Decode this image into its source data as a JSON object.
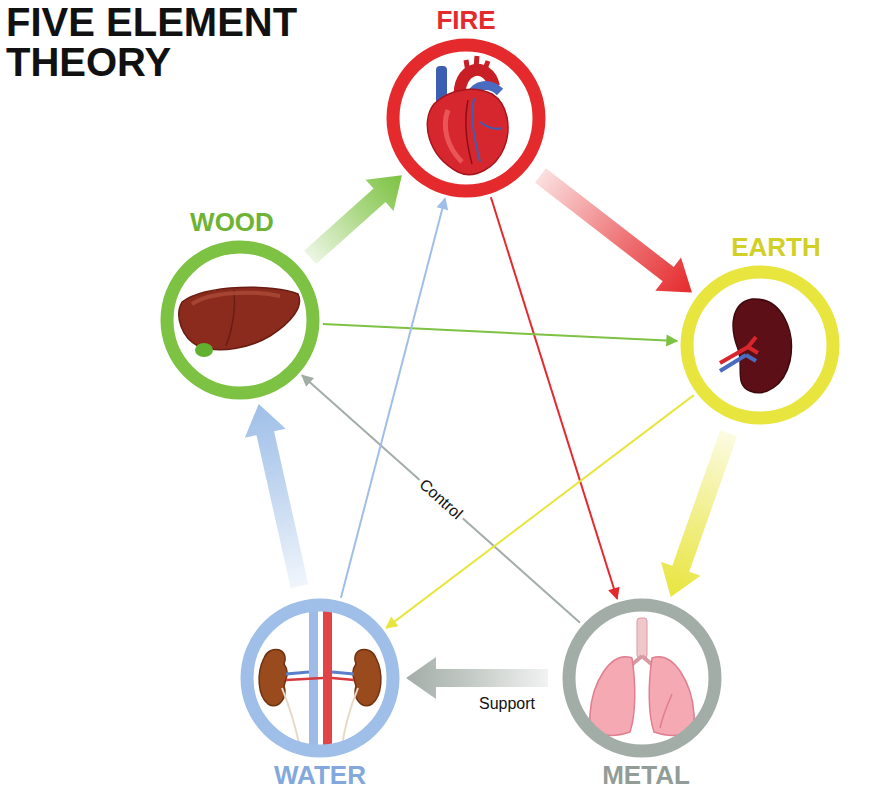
{
  "diagram": {
    "title": "FIVE ELEMENT THEORY",
    "nodes": [
      {
        "text": [
          "FIRE"
        ]
      },
      {
        "text": [
          "WOOD"
        ]
      },
      {
        "text": [
          "EARTH"
        ]
      },
      {
        "text": [
          "WATER"
        ]
      },
      {
        "text": [
          "METAL"
        ]
      }
    ],
    "edges": [
      {
        "from": 1,
        "to": 0,
        "arrow": "to"
      },
      {
        "from": 0,
        "to": 2,
        "arrow": "to"
      },
      {
        "from": 2,
        "to": 4,
        "arrow": "to"
      },
      {
        "from": 4,
        "to": 3,
        "label": "Support",
        "arrow": "to"
      },
      {
        "from": 3,
        "to": 1,
        "arrow": "to"
      },
      {
        "from": 0,
        "to": 4,
        "arrow": "to"
      },
      {
        "from": 4,
        "to": 1,
        "label": "Control",
        "arrow": "to"
      },
      {
        "from": 1,
        "to": 2,
        "arrow": "to"
      },
      {
        "from": 2,
        "to": 3,
        "arrow": "to"
      },
      {
        "from": 3,
        "to": 0,
        "arrow": "to"
      }
    ]
  }
}
